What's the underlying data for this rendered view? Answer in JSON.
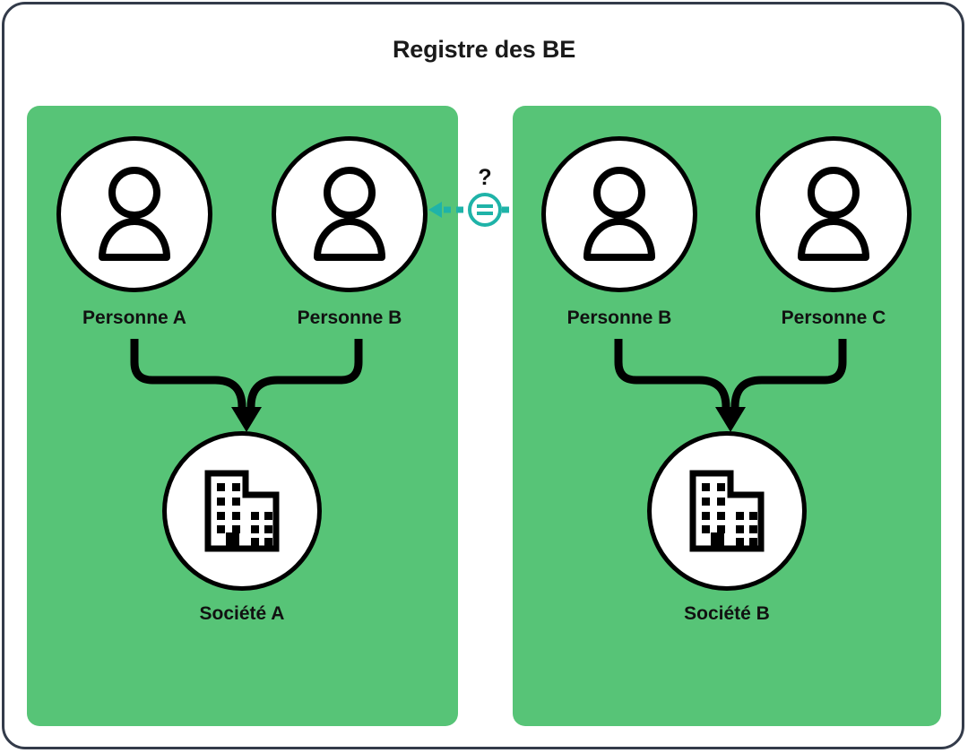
{
  "diagram": {
    "title": "Registre des BE",
    "colors": {
      "panel_green": "#57c477",
      "frame_navy": "#333b4a",
      "connector_teal": "#1fb3a8",
      "node_stroke": "#000000",
      "node_fill": "#ffffff",
      "text": "#111111"
    },
    "connector": {
      "question_mark": "?",
      "equals_symbol": "=",
      "icon": "equals-circle-icon",
      "left_arrow": "arrow-left-icon",
      "right_arrow": "arrow-right-icon",
      "style": "dashed double arrow"
    },
    "panels": [
      {
        "id": "panel-left",
        "persons": [
          {
            "label": "Personne A",
            "icon": "person-icon"
          },
          {
            "label": "Personne B",
            "icon": "person-icon"
          }
        ],
        "company": {
          "label": "Société A",
          "icon": "building-icon"
        }
      },
      {
        "id": "panel-right",
        "persons": [
          {
            "label": "Personne B",
            "icon": "person-icon"
          },
          {
            "label": "Personne C",
            "icon": "person-icon"
          }
        ],
        "company": {
          "label": "Société B",
          "icon": "building-icon"
        }
      }
    ]
  }
}
